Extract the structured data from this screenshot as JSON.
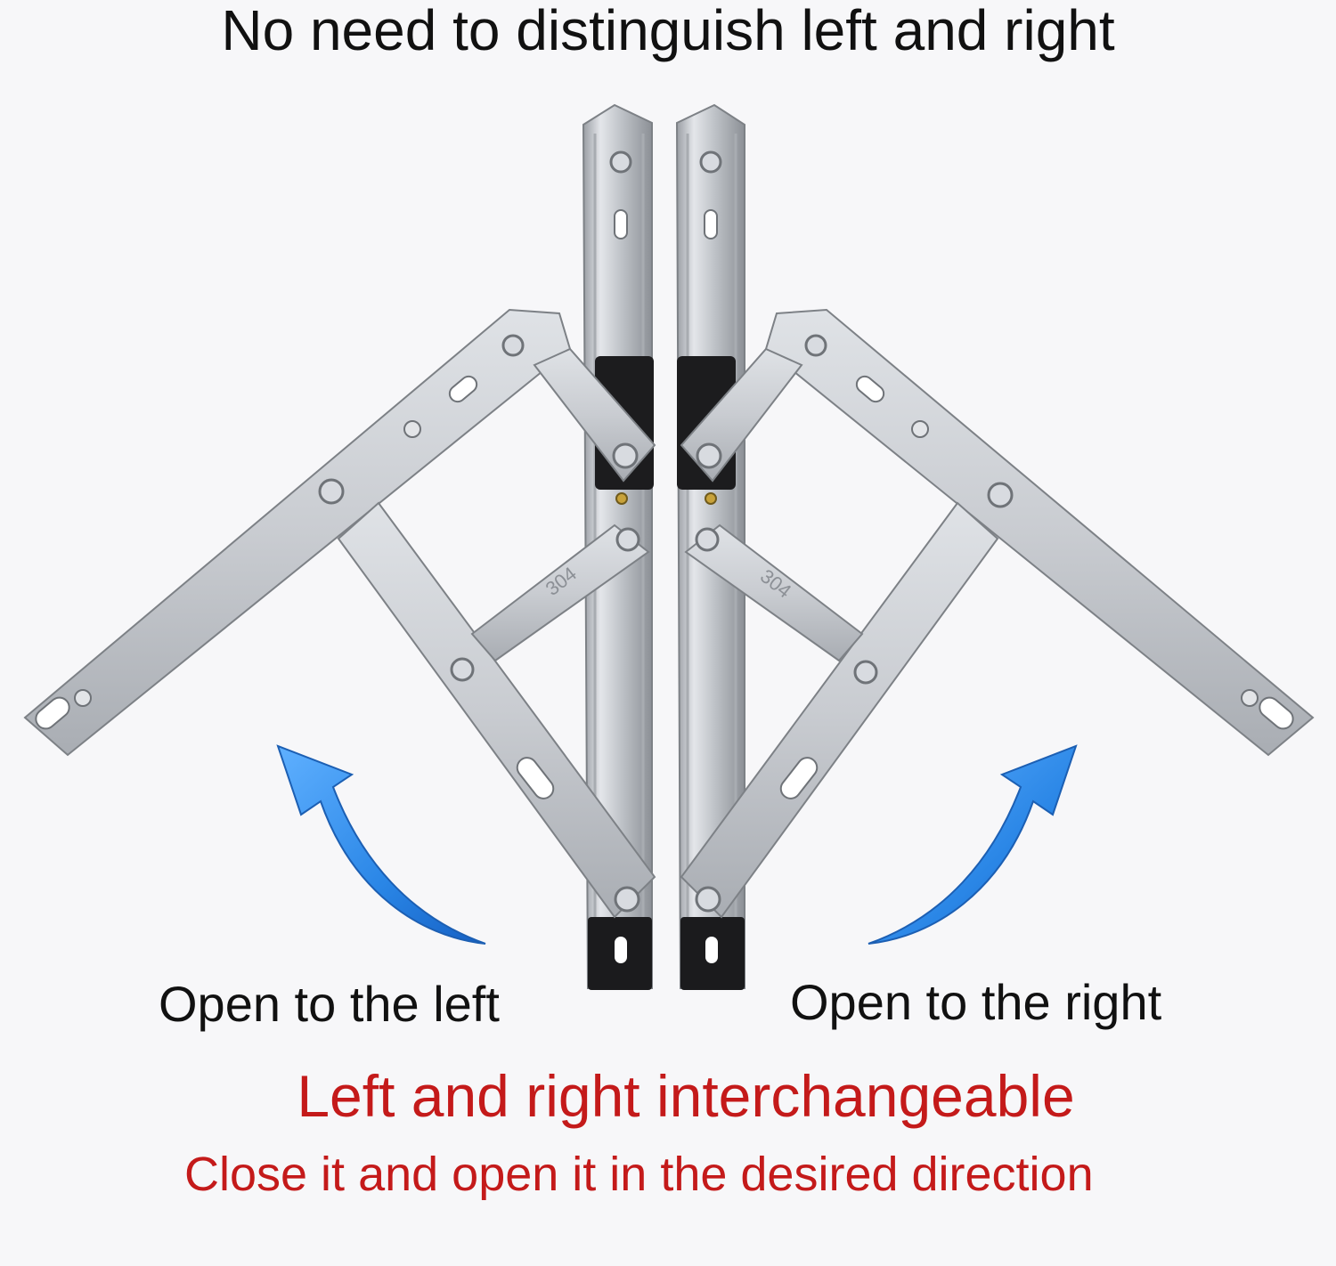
{
  "headline": "No need to distinguish left and right",
  "labels": {
    "left": "Open to the left",
    "right": "Open to the right"
  },
  "tagline": "Left and right interchangeable",
  "subline": "Close it and open it in the desired direction",
  "stamp": "304",
  "colors": {
    "background": "#f7f7f9",
    "steel": "#c4c7cc",
    "steel_edge": "#8e9297",
    "arrow": "#2a86e6",
    "headline_text": "#111111",
    "accent_text": "#c41a1a"
  },
  "icons": {
    "left_arrow": "curved-arrow-up-left-icon",
    "right_arrow": "curved-arrow-up-right-icon"
  }
}
